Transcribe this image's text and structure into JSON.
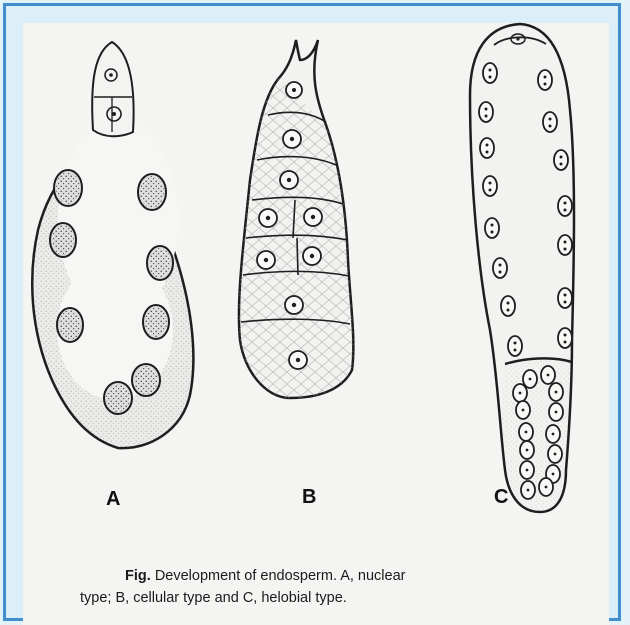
{
  "figure": {
    "labels": {
      "a": "A",
      "b": "B",
      "c": "C"
    },
    "caption": {
      "prefix": "Fig.",
      "text_line1": "Development of endosperm. A, nuclear",
      "text_line2": "type; B, cellular type and C, helobial type."
    }
  },
  "colors": {
    "frame_border": "#3f8fcf",
    "frame_fill": "#dceef8",
    "paper": "#f4f4f2",
    "ink": "#1e1e1e",
    "cytoplasm": "#ececea"
  }
}
